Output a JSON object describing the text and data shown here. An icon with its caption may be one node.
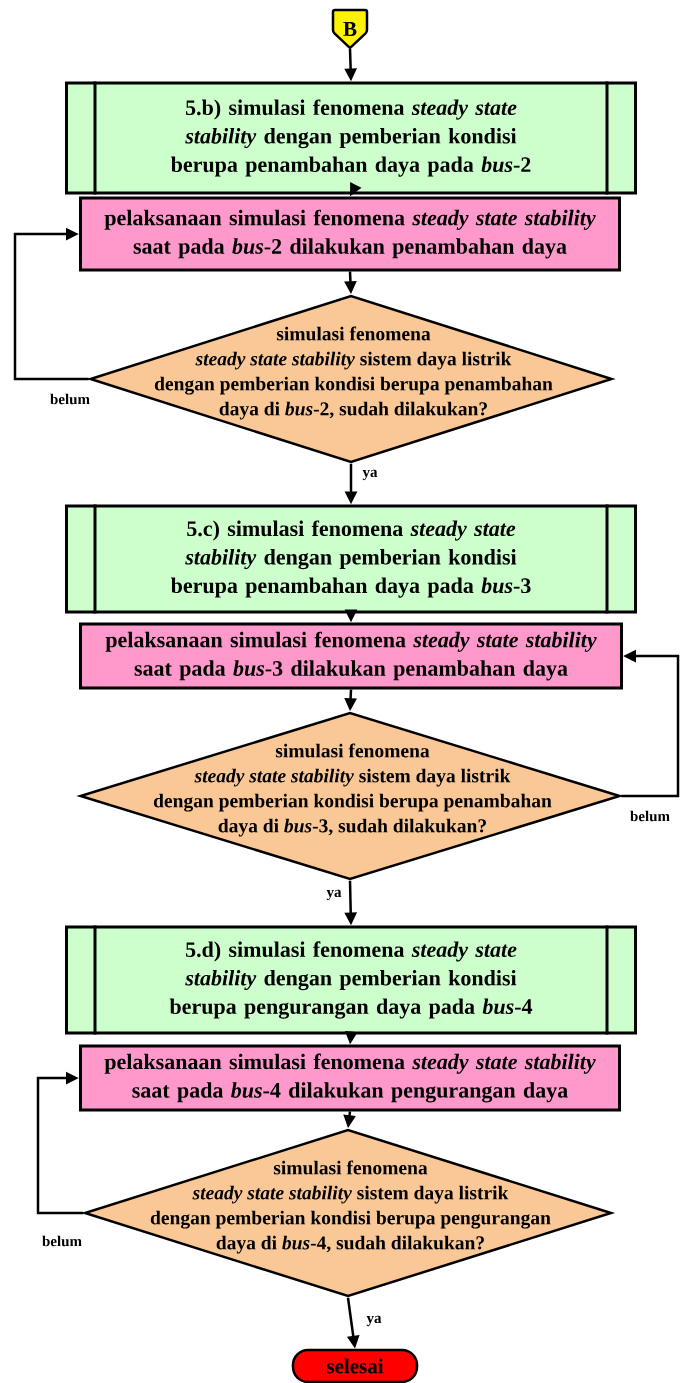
{
  "diagram": {
    "nodes": [
      {
        "text": [
          "B"
        ]
      },
      {
        "text": [
          "5.b) simulasi fenomena *steady state stability* dengan pemberian kondisi berupa penambahan daya pada *bus*-2"
        ]
      },
      {
        "text": [
          "pelaksanaan simulasi fenomena *steady state stability* saat pada *bus*-2 dilakukan penambahan daya"
        ]
      },
      {
        "text": [
          "simulasi fenomena *steady state stability* sistem daya listrik dengan pemberian kondisi berupa penambahan daya di *bus*-2, sudah dilakukan?"
        ]
      },
      {
        "text": [
          "5.c) simulasi fenomena *steady state stability* dengan pemberian kondisi berupa penambahan daya pada *bus*-3"
        ]
      },
      {
        "text": [
          "pelaksanaan simulasi fenomena *steady state stability* saat pada *bus*-3 dilakukan penambahan daya"
        ]
      },
      {
        "text": [
          "simulasi fenomena *steady state stability* sistem daya listrik dengan pemberian kondisi berupa penambahan daya di *bus*-3, sudah dilakukan?"
        ]
      },
      {
        "text": [
          "5.d) simulasi fenomena *steady state stability* dengan pemberian kondisi berupa pengurangan daya pada *bus*-4"
        ]
      },
      {
        "text": [
          "pelaksanaan simulasi fenomena *steady state stability* saat pada *bus*-4 dilakukan pengurangan daya"
        ]
      },
      {
        "text": [
          "simulasi fenomena *steady state stability* sistem daya listrik dengan pemberian kondisi berupa pengurangan daya di *bus*-4, sudah dilakukan?"
        ]
      },
      {
        "text": [
          "selesai"
        ]
      }
    ],
    "edges": [
      {
        "from": 0,
        "to": 1,
        "arrow": "to"
      },
      {
        "from": 1,
        "to": 2,
        "arrow": "to"
      },
      {
        "from": 2,
        "to": 3,
        "arrow": "to"
      },
      {
        "from": 3,
        "to": 2,
        "arrow": "to",
        "label": "belum"
      },
      {
        "from": 3,
        "to": 4,
        "arrow": "to",
        "label": "ya"
      },
      {
        "from": 4,
        "to": 5,
        "arrow": "to"
      },
      {
        "from": 5,
        "to": 6,
        "arrow": "to"
      },
      {
        "from": 6,
        "to": 5,
        "arrow": "to",
        "label": "belum"
      },
      {
        "from": 6,
        "to": 7,
        "arrow": "to",
        "label": "ya"
      },
      {
        "from": 7,
        "to": 8,
        "arrow": "to"
      },
      {
        "from": 8,
        "to": 9,
        "arrow": "to"
      },
      {
        "from": 9,
        "to": 8,
        "arrow": "to",
        "label": "belum"
      },
      {
        "from": 9,
        "to": 10,
        "arrow": "to",
        "label": "ya"
      }
    ]
  }
}
